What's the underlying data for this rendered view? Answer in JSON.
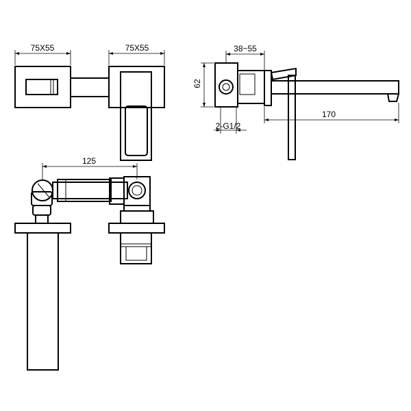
{
  "dimensions": {
    "front_left_plate": "75X55",
    "front_right_plate": "75X55",
    "side_depth": "38~55",
    "side_height": "62",
    "side_spout_length": "170",
    "side_thread": "2-G1/2",
    "top_center_distance": "125"
  }
}
